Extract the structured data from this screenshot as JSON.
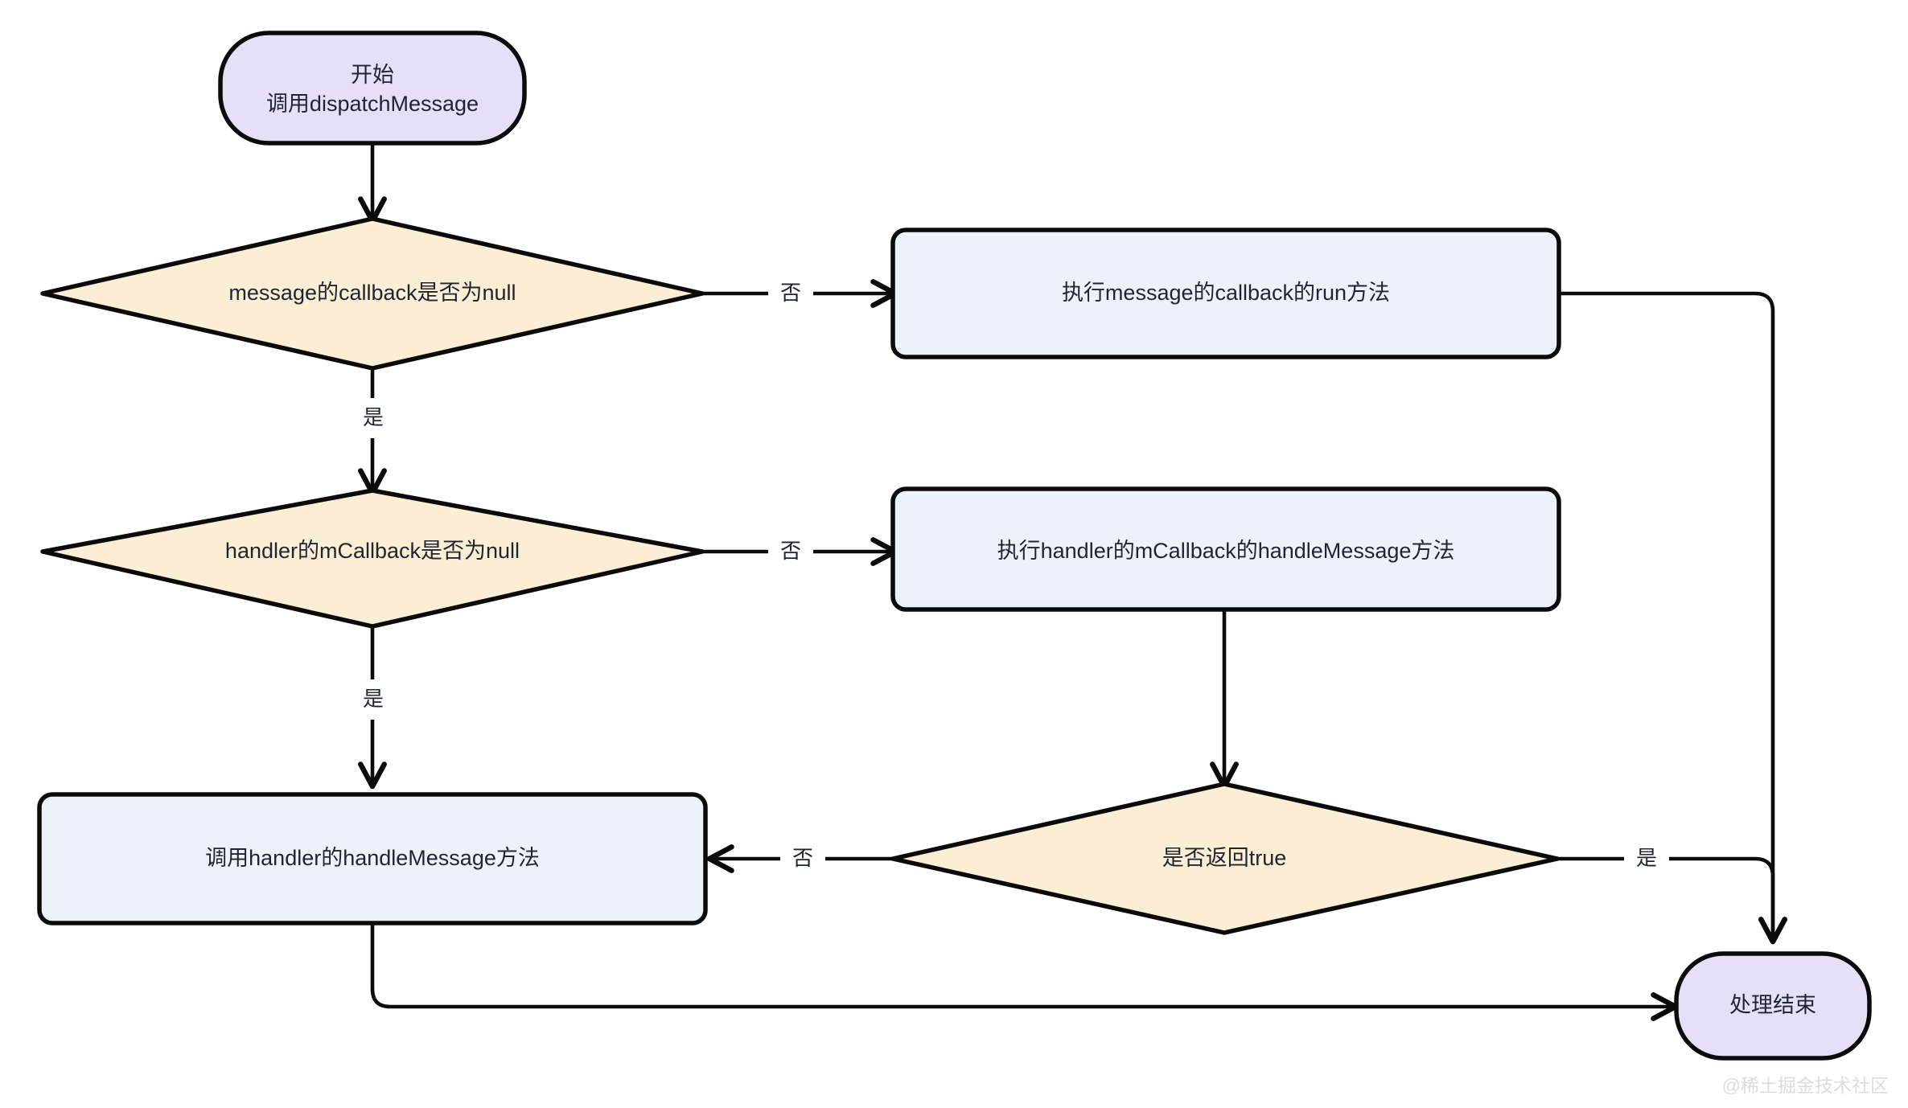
{
  "diagram": {
    "title": "dispatchMessage flowchart",
    "background_color": "#ffffff",
    "stroke_color": "#0b0b0b",
    "text_color": "#1f2430",
    "colors": {
      "terminal_fill": "#e5dff8",
      "process_fill": "#edf2fa",
      "decision_fill": "#fbeed5",
      "watermark": "#dcdcdc"
    },
    "watermark": "@稀土掘金技术社区",
    "nodes": {
      "start": {
        "type": "terminal",
        "line1": "开始",
        "line2": "调用dispatchMessage"
      },
      "decision_message_callback": {
        "type": "decision",
        "label": "message的callback是否为null"
      },
      "process_run_callback": {
        "type": "process",
        "label": "执行message的callback的run方法"
      },
      "decision_handler_mcallback": {
        "type": "decision",
        "label": "handler的mCallback是否为null"
      },
      "process_mcallback_handlemessage": {
        "type": "process",
        "label": "执行handler的mCallback的handleMessage方法"
      },
      "decision_return_true": {
        "type": "decision",
        "label": "是否返回true"
      },
      "process_handler_handlemessage": {
        "type": "process",
        "label": "调用handler的handleMessage方法"
      },
      "end": {
        "type": "terminal",
        "label": "处理结束"
      }
    },
    "edges": [
      {
        "id": "start-to-d1",
        "label": ""
      },
      {
        "id": "d1-no-to-run",
        "label": "否"
      },
      {
        "id": "d1-yes-to-d2",
        "label": "是"
      },
      {
        "id": "d2-no-to-mcb",
        "label": "否"
      },
      {
        "id": "d2-yes-to-hm",
        "label": "是"
      },
      {
        "id": "mcb-to-d3",
        "label": ""
      },
      {
        "id": "d3-no-to-hm",
        "label": "否"
      },
      {
        "id": "d3-yes-to-end",
        "label": "是"
      },
      {
        "id": "run-to-end",
        "label": ""
      },
      {
        "id": "hm-to-end",
        "label": ""
      }
    ]
  }
}
